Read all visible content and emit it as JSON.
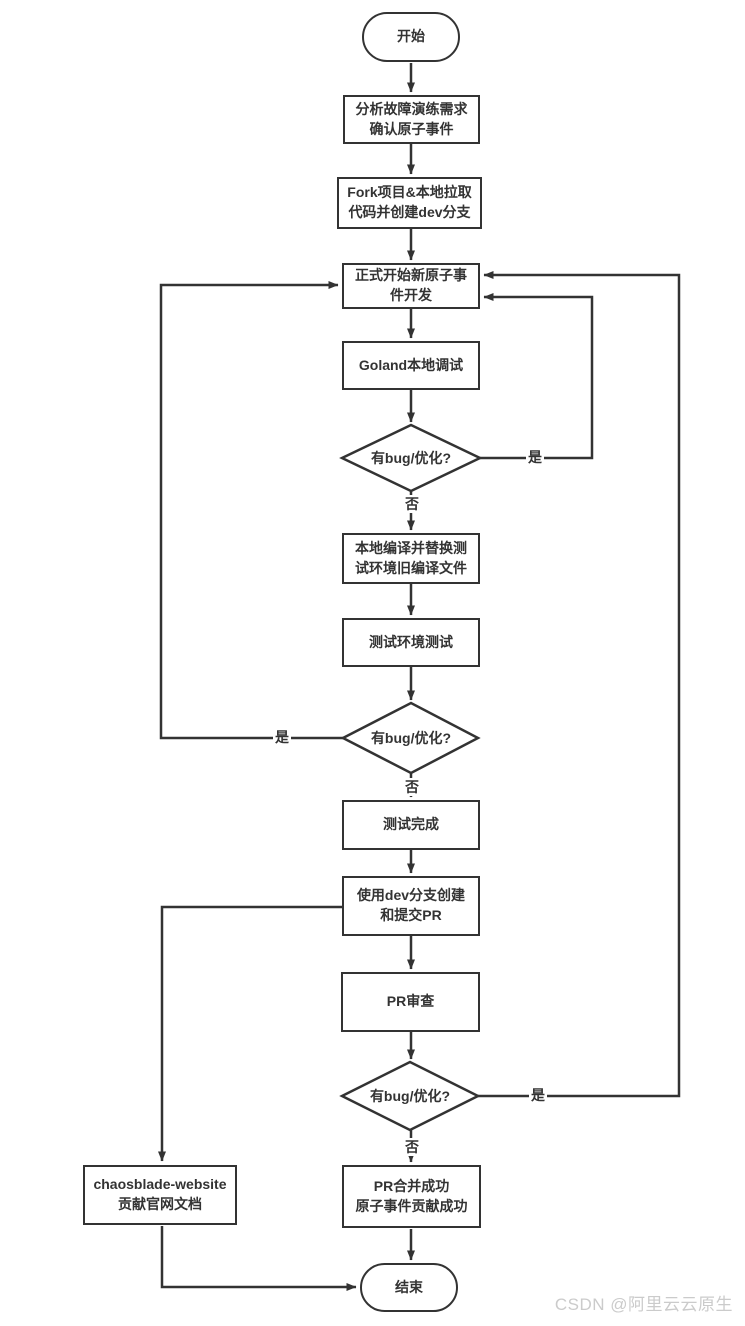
{
  "nodes": {
    "start": {
      "label": "开始"
    },
    "analyze": {
      "line1": "分析故障演练需求",
      "line2": "确认原子事件"
    },
    "fork": {
      "line1": "Fork项目&本地拉取",
      "line2": "代码并创建dev分支"
    },
    "dev_start": {
      "line1": "正式开始新原子事",
      "line2": "件开发"
    },
    "goland": {
      "label": "Goland本地调试"
    },
    "bug_check_1": {
      "label": "有bug/优化?"
    },
    "compile": {
      "line1": "本地编译并替换测",
      "line2": "试环境旧编译文件"
    },
    "env_test": {
      "label": "测试环境测试"
    },
    "bug_check_2": {
      "label": "有bug/优化?"
    },
    "test_done": {
      "label": "测试完成"
    },
    "create_pr": {
      "line1": "使用dev分支创建",
      "line2": "和提交PR"
    },
    "pr_review": {
      "label": "PR审查"
    },
    "bug_check_3": {
      "label": "有bug/优化?"
    },
    "pr_merged": {
      "line1": "PR合并成功",
      "line2": "原子事件贡献成功"
    },
    "end": {
      "label": "结束"
    },
    "website": {
      "line1": "chaosblade-website",
      "line2": "贡献官网文档"
    }
  },
  "edge_labels": {
    "yes1": "是",
    "no1": "否",
    "yes2": "是",
    "no2": "否",
    "yes3": "是",
    "no3": "否"
  },
  "watermark": "CSDN @阿里云云原生",
  "colors": {
    "stroke": "#333333",
    "text": "#333333",
    "background": "#ffffff",
    "watermark": "#cbcbcb"
  }
}
